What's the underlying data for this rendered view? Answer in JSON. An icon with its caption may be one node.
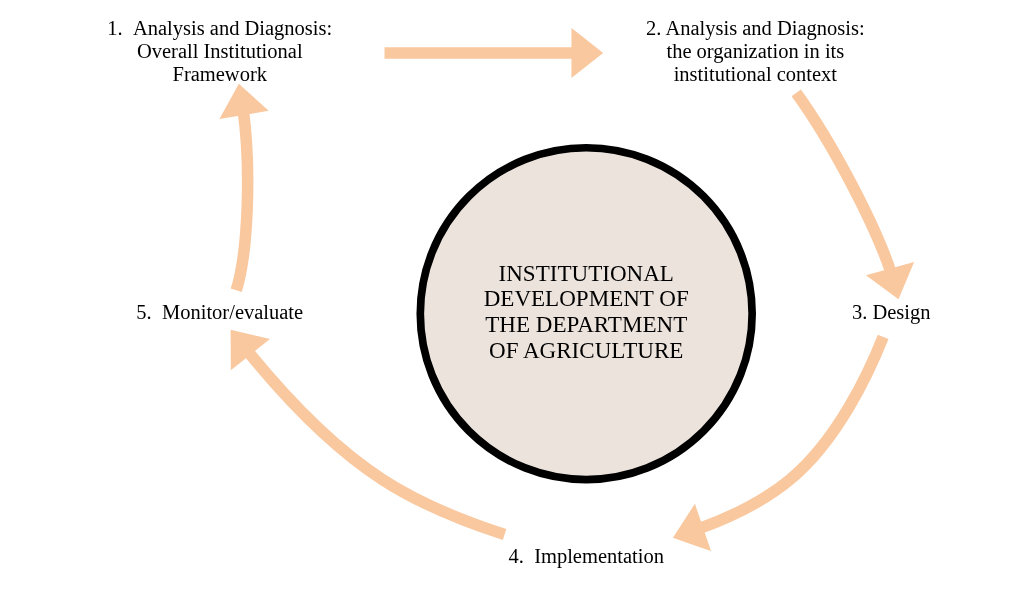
{
  "diagram": {
    "nodes": [
      {
        "text": [
          "INSTITUTIONAL DEVELOPMENT OF THE DEPARTMENT OF AGRICULTURE"
        ]
      },
      {
        "text": [
          "1.  Analysis and Diagnosis: Overall Institutional Framework"
        ]
      },
      {
        "text": [
          "2. Analysis and Diagnosis: the organization in its institutional context"
        ]
      },
      {
        "text": [
          "3. Design"
        ]
      },
      {
        "text": [
          "4.  Implementation"
        ]
      },
      {
        "text": [
          "5.  Monitor/evaluate"
        ]
      }
    ],
    "edges": [
      {
        "from": 1,
        "to": 2,
        "arrow": "to"
      },
      {
        "from": 2,
        "to": 3,
        "arrow": "to"
      },
      {
        "from": 3,
        "to": 4,
        "arrow": "to"
      },
      {
        "from": 4,
        "to": 5,
        "arrow": "to"
      },
      {
        "from": 5,
        "to": 1,
        "arrow": "to"
      }
    ]
  }
}
